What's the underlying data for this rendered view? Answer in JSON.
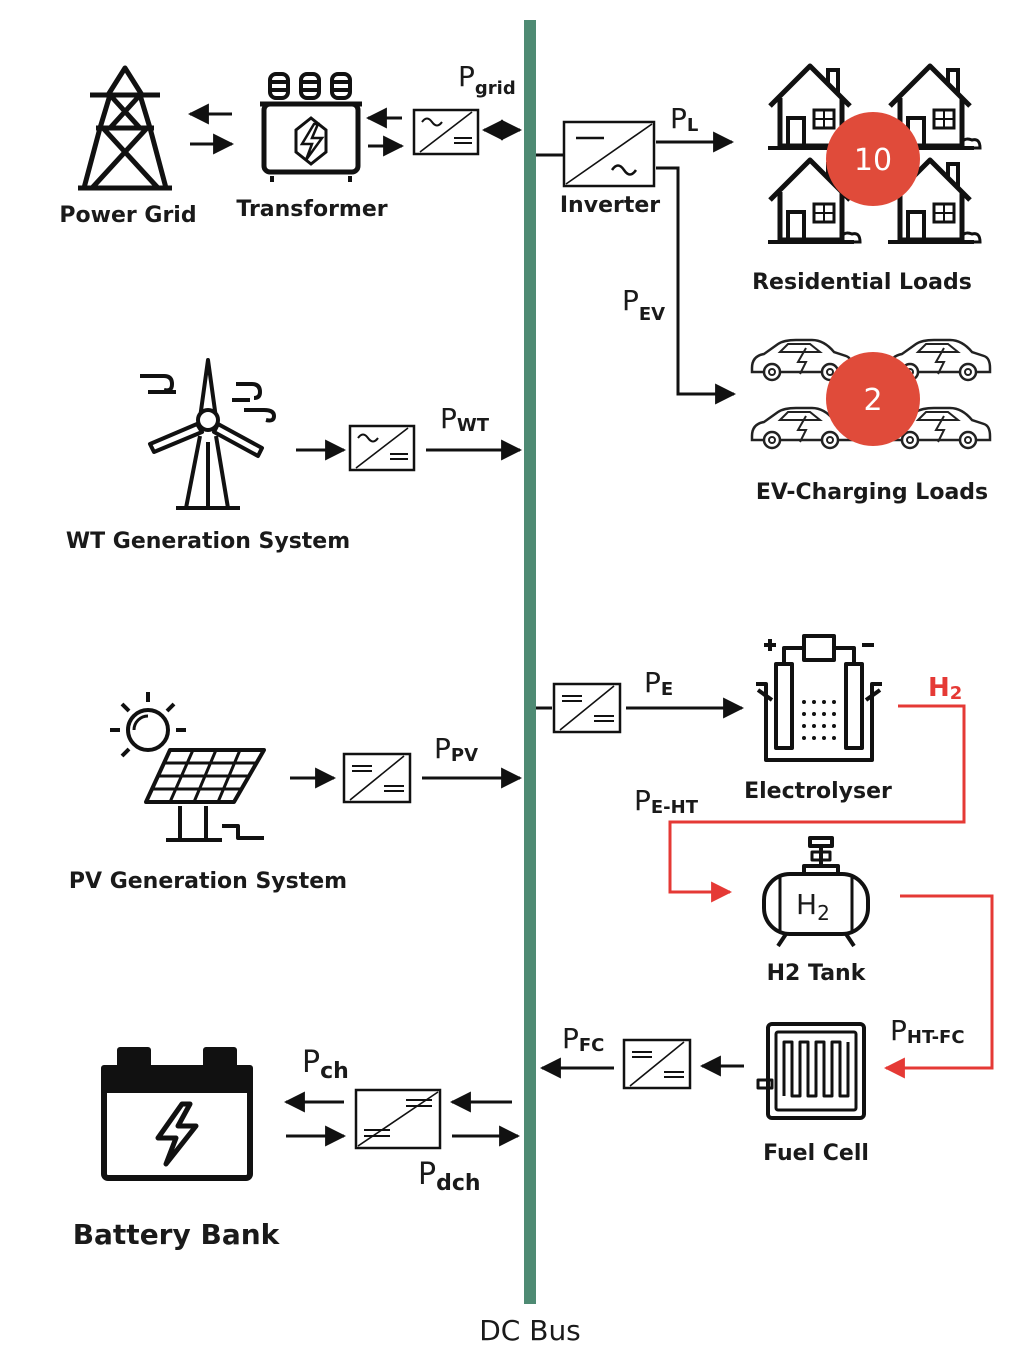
{
  "bus": {
    "label": "DC Bus",
    "color": "#4e8a73"
  },
  "colors": {
    "line": "#111111",
    "hydrogen": "#e53935",
    "badge": "#e04b3a",
    "badge_text": "#ffffff"
  },
  "components": {
    "power_grid": "Power Grid",
    "transformer": "Transformer",
    "inverter": "Inverter",
    "residential_loads": "Residential Loads",
    "ev_charging_loads": "EV-Charging Loads",
    "wt_system": "WT Generation System",
    "pv_system": "PV Generation System",
    "electrolyser": "Electrolyser",
    "h2_tank": "H2 Tank",
    "fuel_cell": "Fuel Cell",
    "battery_bank": "Battery Bank"
  },
  "badges": {
    "residential_count": "10",
    "ev_count": "2"
  },
  "flows": {
    "grid": {
      "main": "P",
      "sub": "grid"
    },
    "load": {
      "main": "P",
      "sub": "L"
    },
    "ev": {
      "main": "P",
      "sub": "EV"
    },
    "wt": {
      "main": "P",
      "sub": "WT"
    },
    "pv": {
      "main": "P",
      "sub": "PV"
    },
    "electrolyser": {
      "main": "P",
      "sub": "E"
    },
    "e_ht": {
      "main": "P",
      "sub": "E-HT"
    },
    "ht_fc": {
      "main": "P",
      "sub": "HT-FC"
    },
    "fc": {
      "main": "P",
      "sub": "FC"
    },
    "charge": {
      "main": "P",
      "sub": "ch"
    },
    "discharge": {
      "main": "P",
      "sub": "dch"
    },
    "hydrogen": {
      "main": "H",
      "sub": "2"
    }
  },
  "icons": [
    "power-grid-icon",
    "transformer-icon",
    "converter-icon",
    "inverter-icon",
    "house-icon",
    "ev-car-icon",
    "wind-turbine-icon",
    "solar-panel-icon",
    "sun-icon",
    "electrolyser-icon",
    "h2-tank-icon",
    "fuel-cell-icon",
    "battery-icon"
  ]
}
